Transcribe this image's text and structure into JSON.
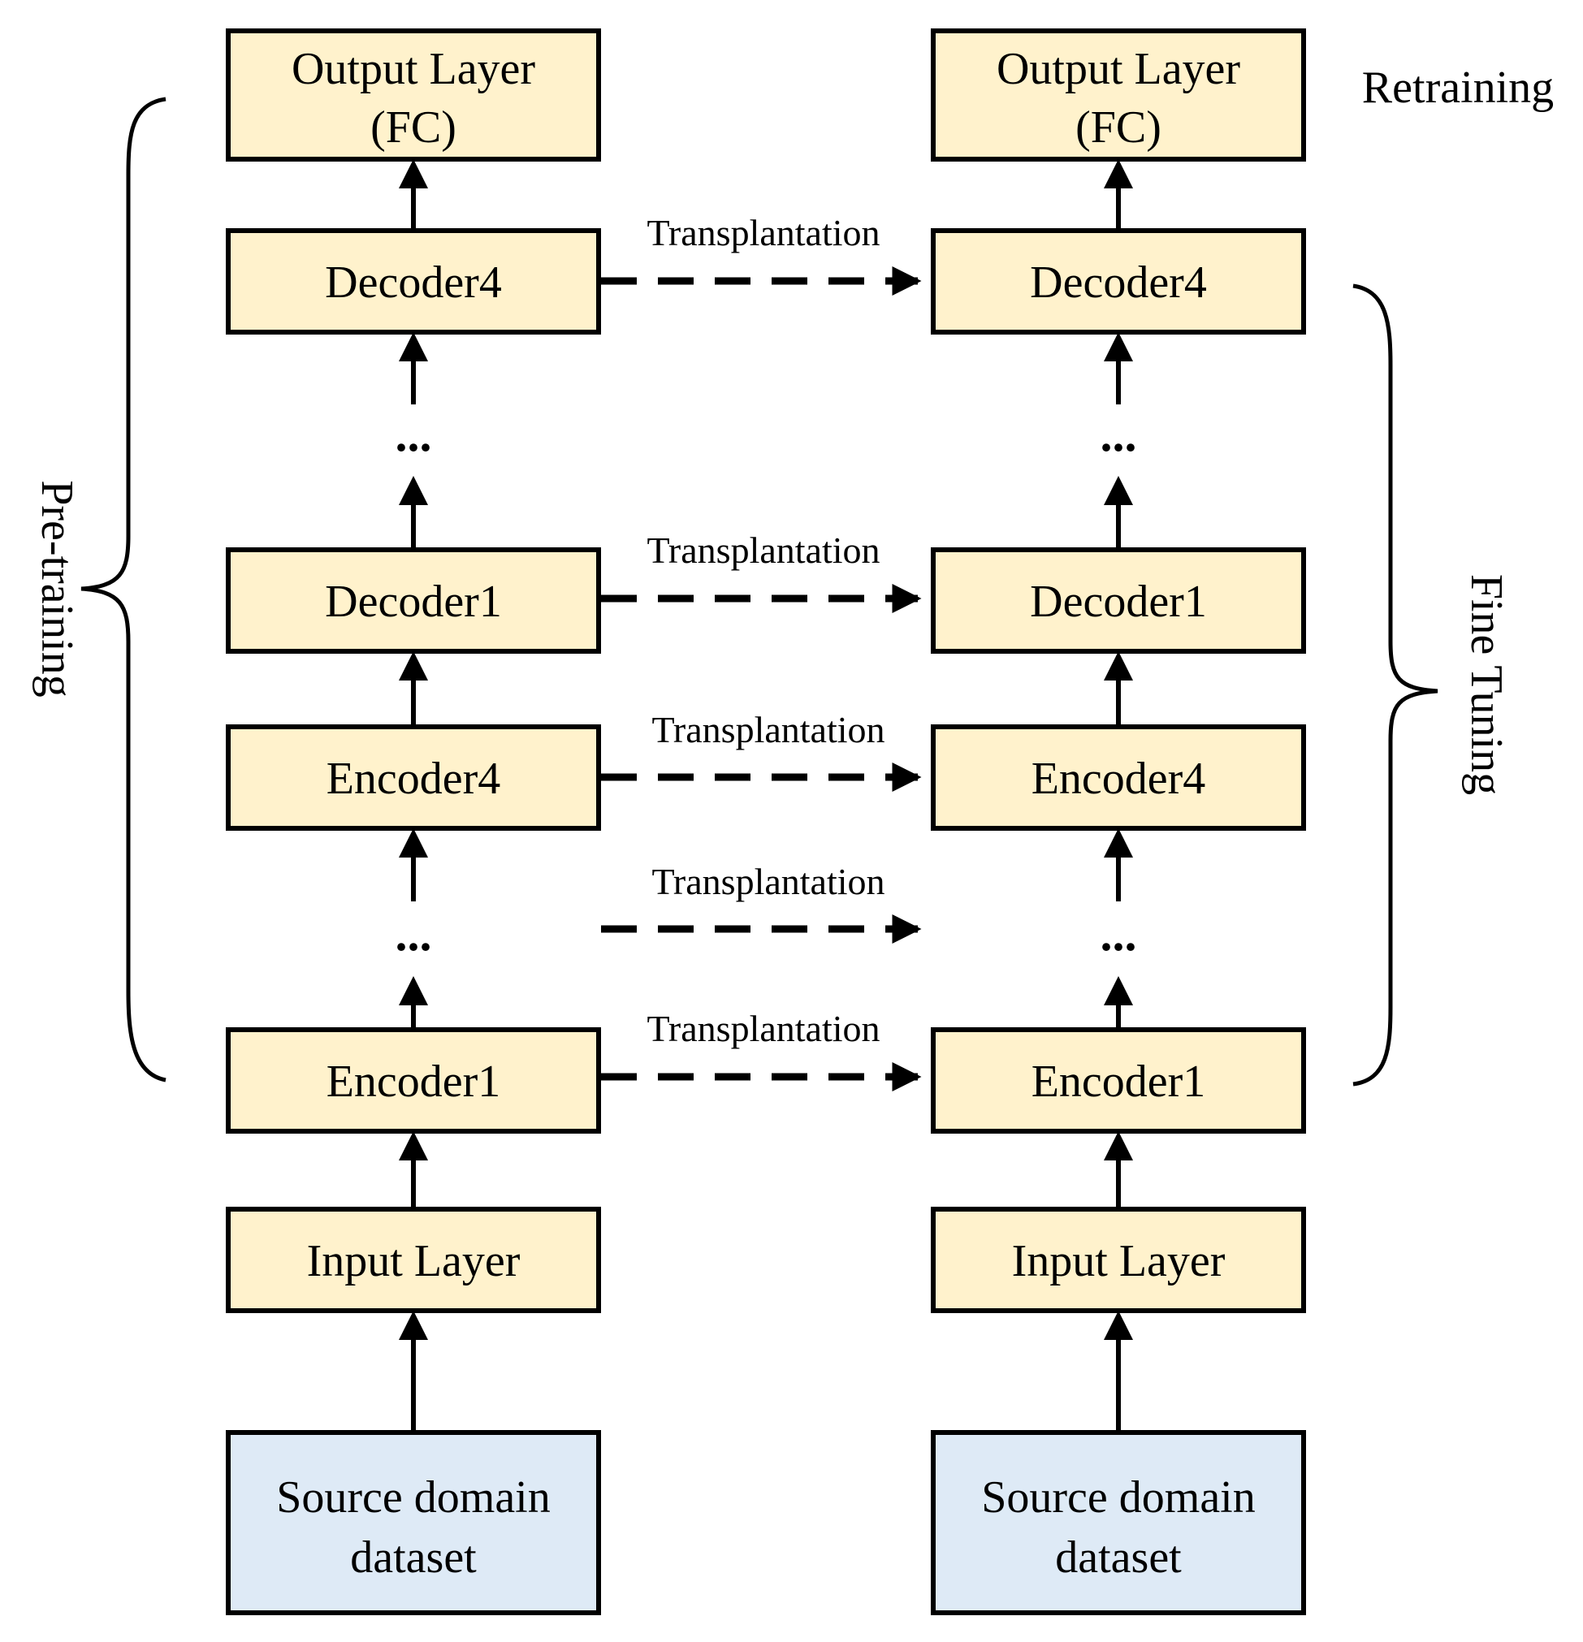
{
  "colors": {
    "layer_fill": "#FFF2CC",
    "dataset_fill": "#DEEAF6",
    "stroke": "#000000"
  },
  "left_column": {
    "output_layer": [
      "Output Layer",
      "(FC)"
    ],
    "decoder4": "Decoder4",
    "upper_ellipsis": "...",
    "decoder1": "Decoder1",
    "encoder4": "Encoder4",
    "lower_ellipsis": "...",
    "encoder1": "Encoder1",
    "input_layer": "Input Layer",
    "dataset": [
      "Source domain",
      "dataset"
    ]
  },
  "right_column": {
    "output_layer": [
      "Output Layer",
      "(FC)"
    ],
    "decoder4": "Decoder4",
    "upper_ellipsis": "...",
    "decoder1": "Decoder1",
    "encoder4": "Encoder4",
    "lower_ellipsis": "...",
    "encoder1": "Encoder1",
    "input_layer": "Input Layer",
    "dataset": [
      "Source domain",
      "dataset"
    ]
  },
  "transplant_labels": [
    "Transplantation",
    "Transplantation",
    "Transplantation",
    "Transplantation",
    "Transplantation"
  ],
  "brace_labels": {
    "pretraining": "Pre-training",
    "fine_tuning": "Fine Tuning",
    "retraining": "Retraining"
  }
}
